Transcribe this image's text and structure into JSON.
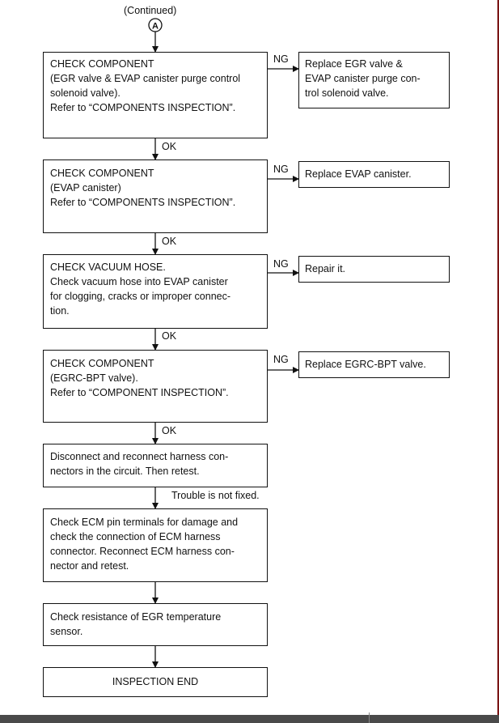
{
  "header": {
    "continued": "(Continued)",
    "connector_letter": "A"
  },
  "steps": [
    {
      "lines": [
        "CHECK COMPONENT",
        "(EGR valve & EVAP canister purge control",
        "solenoid valve).",
        "Refer to “COMPONENTS INSPECTION”."
      ]
    },
    {
      "lines": [
        "CHECK COMPONENT",
        "(EVAP canister)",
        "Refer to “COMPONENTS INSPECTION”."
      ]
    },
    {
      "lines": [
        "CHECK VACUUM HOSE.",
        "Check vacuum hose into EVAP canister",
        "for clogging, cracks or improper connec-",
        "tion."
      ]
    },
    {
      "lines": [
        "CHECK COMPONENT",
        "(EGRC-BPT valve).",
        "Refer to “COMPONENT INSPECTION”."
      ]
    },
    {
      "lines": [
        "Disconnect and reconnect harness con-",
        "nectors in the circuit. Then retest."
      ]
    },
    {
      "lines": [
        "Check ECM pin terminals for damage and",
        "check the connection of ECM harness",
        "connector. Reconnect ECM harness con-",
        "nector and retest."
      ]
    },
    {
      "lines": [
        "Check resistance of EGR temperature",
        "sensor."
      ]
    },
    {
      "lines": [
        "INSPECTION END"
      ]
    }
  ],
  "actions": [
    {
      "lines": [
        "Replace EGR valve &",
        "EVAP canister purge con-",
        "trol solenoid valve."
      ]
    },
    {
      "lines": [
        "Replace EVAP canister."
      ]
    },
    {
      "lines": [
        "Repair it."
      ]
    },
    {
      "lines": [
        "Replace EGRC-BPT valve."
      ]
    }
  ],
  "labels": {
    "ng": [
      "NG",
      "NG",
      "NG",
      "NG"
    ],
    "ok": [
      "OK",
      "OK",
      "OK",
      "OK"
    ],
    "not_fixed": "Trouble is not fixed."
  },
  "colors": {
    "line": "#111111",
    "page_edge": "#7a1414",
    "bottom_bar": "#4a4a4a"
  }
}
